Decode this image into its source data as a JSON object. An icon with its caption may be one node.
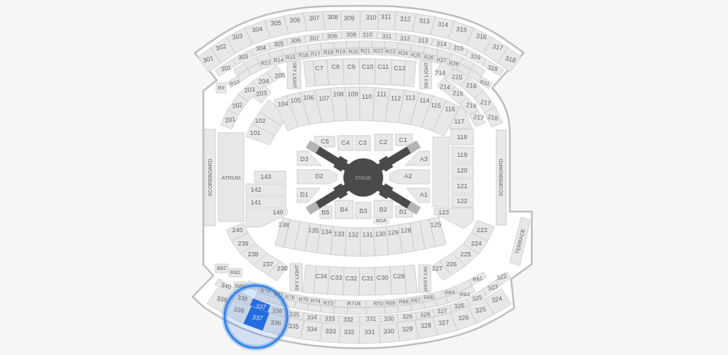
{
  "diagram": {
    "labels": [
      "301",
      "302",
      "303",
      "304",
      "305",
      "306",
      "307",
      "308",
      "309",
      "310",
      "311",
      "312",
      "313",
      "314",
      "315",
      "316",
      "317",
      "318",
      "301",
      "303",
      "304",
      "305",
      "306",
      "307",
      "308",
      "309",
      "310",
      "311",
      "312",
      "313",
      "314",
      "315",
      "316",
      "318",
      "B9",
      "R10",
      "R13",
      "R14",
      "R15",
      "R16",
      "R17",
      "R18",
      "R19",
      "R20",
      "R21",
      "R22",
      "R23",
      "R24",
      "R25",
      "R26",
      "R27",
      "R28",
      "R31",
      "201",
      "202",
      "203",
      "204",
      "205",
      "203",
      "SKY LIGHT",
      "C7",
      "C8",
      "C9",
      "C10",
      "C11",
      "C12",
      "SKY LIGHT",
      "214",
      "215",
      "216",
      "217",
      "218",
      "214",
      "215",
      "216",
      "217",
      "101",
      "102",
      "104",
      "105",
      "106",
      "107",
      "108",
      "109",
      "110",
      "111",
      "112",
      "113",
      "114",
      "115",
      "116",
      "117",
      "118",
      "SCOREBOARD",
      "ATRIUM",
      "143",
      "142",
      "141",
      "140",
      "C5",
      "C4",
      "C3",
      "C2",
      "C1",
      "D3",
      "A3",
      "D2",
      "STAGE",
      "A2",
      "D1",
      "A1",
      "B5",
      "B4",
      "B3",
      "B2",
      "B1",
      "ADA",
      "119",
      "120",
      "121",
      "122",
      "SCOREBOARD",
      "123",
      "138",
      "135",
      "134",
      "133",
      "132",
      "131",
      "130",
      "129",
      "128",
      "125",
      "240",
      "239",
      "238",
      "237",
      "236",
      "227",
      "226",
      "225",
      "224",
      "223",
      "TERRACE",
      "SKY LIGHT",
      "C34",
      "C33",
      "C32",
      "C31",
      "C30",
      "C29",
      "SKY LIGHT",
      "B82",
      "R81",
      "B80",
      "340",
      "R78",
      "R77",
      "R76",
      "R75",
      "R74",
      "R73",
      "R71B",
      "R70",
      "R69",
      "R68",
      "R67",
      "R66",
      "R64",
      "R61",
      "R63",
      "338",
      "337",
      "336",
      "335",
      "334",
      "333",
      "332",
      "331",
      "330",
      "329",
      "328",
      "327",
      "326",
      "325",
      "323",
      "322",
      "339",
      "338",
      "337",
      "336",
      "335",
      "334",
      "333",
      "332",
      "331",
      "330",
      "329",
      "328",
      "327",
      "326",
      "325",
      "324"
    ]
  }
}
